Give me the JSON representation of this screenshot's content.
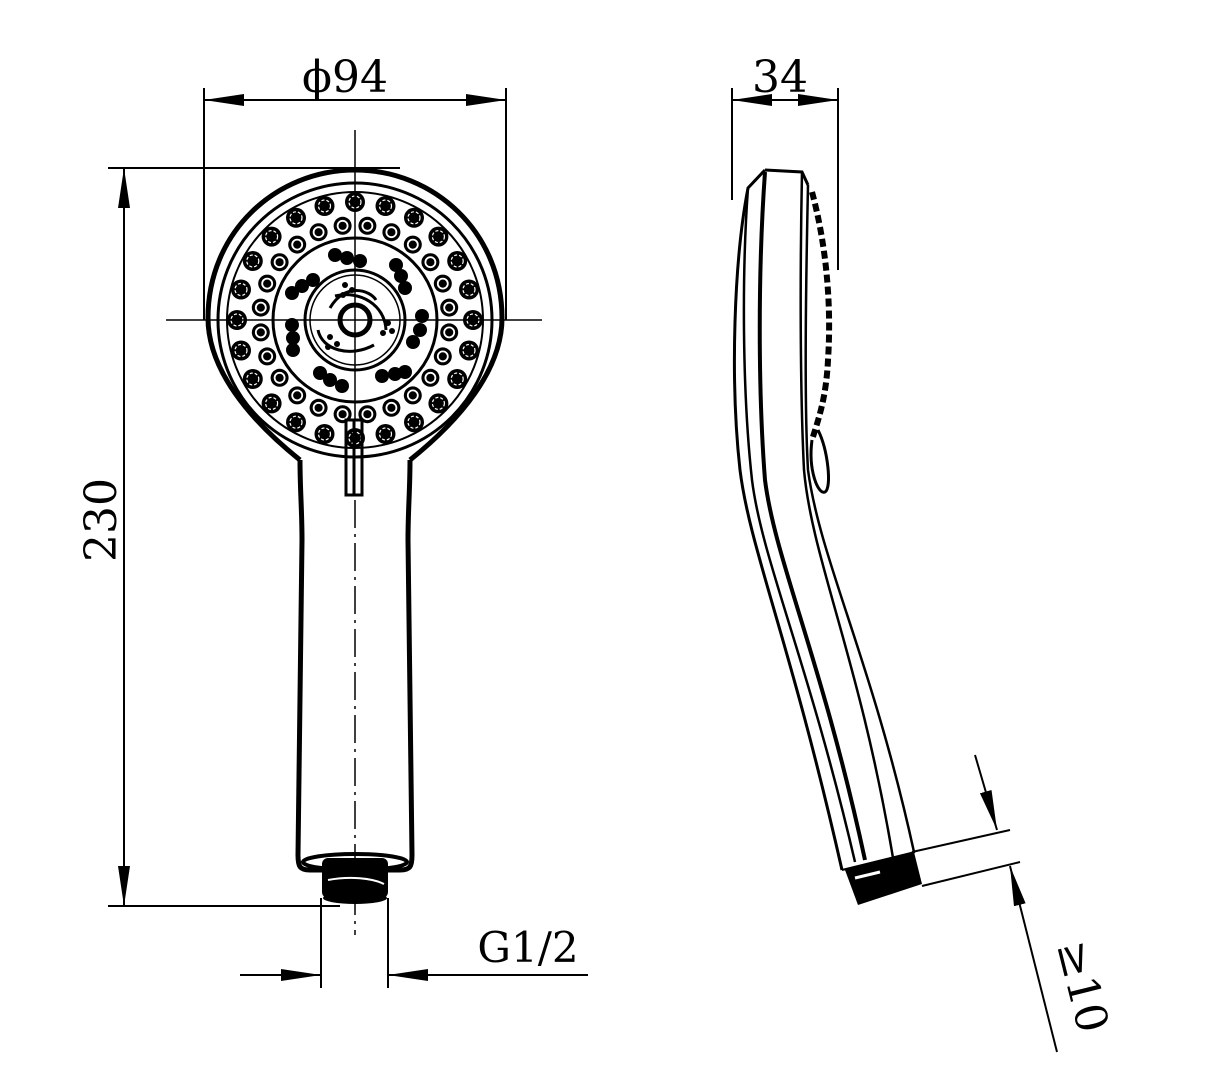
{
  "drawing": {
    "subject": "Hand shower technical drawing",
    "views": [
      "front-view",
      "side-view"
    ],
    "line_color": "#000000",
    "background_color": "#ffffff"
  },
  "dimensions": {
    "head_diameter": {
      "label": "ϕ94",
      "value": 94,
      "unit": "mm",
      "type": "diameter"
    },
    "overall_length": {
      "label": "230",
      "value": 230,
      "unit": "mm",
      "type": "linear"
    },
    "thread": {
      "label": "G1/2",
      "type": "thread-spec"
    },
    "head_depth": {
      "label": "34",
      "value": 34,
      "unit": "mm",
      "type": "linear"
    },
    "thread_length": {
      "label": "≥10",
      "value": 10,
      "unit": "mm",
      "type": "minimum"
    }
  }
}
